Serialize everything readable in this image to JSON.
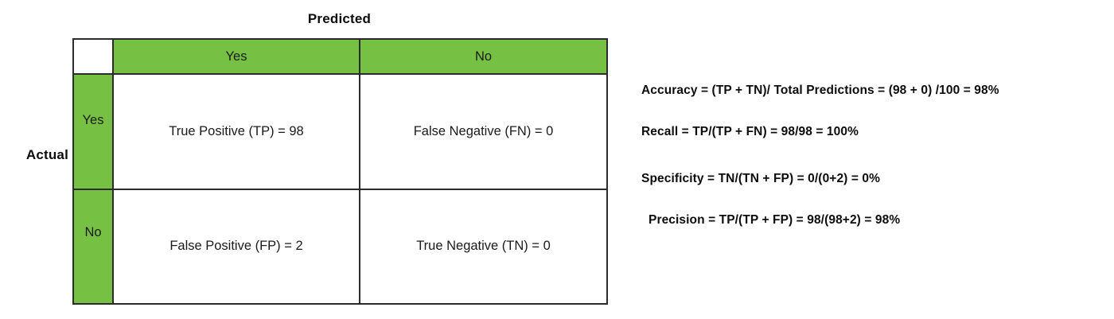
{
  "labels": {
    "predicted": "Predicted",
    "actual": "Actual"
  },
  "colors": {
    "header_green": "#76c043",
    "border": "#2b2b2b",
    "text": "#1a1a1a",
    "background": "#ffffff"
  },
  "matrix": {
    "corner": "",
    "column_headers": [
      "Yes",
      "No"
    ],
    "row_headers": [
      "Yes",
      "No"
    ],
    "cells": [
      [
        "True Positive (TP) = 98",
        "False Negative (FN) = 0"
      ],
      [
        "False Positive (FP) = 2",
        "True Negative (TN) = 0"
      ]
    ]
  },
  "values": {
    "TP": 98,
    "FN": 0,
    "FP": 2,
    "TN": 0,
    "total_predictions": 100
  },
  "metrics": [
    {
      "name": "Accuracy",
      "formula": "Accuracy = (TP + TN)/ Total Predictions = (98 + 0) /100 = 98%",
      "result": "98%"
    },
    {
      "name": "Recall",
      "formula": "Recall = TP/(TP + FN) = 98/98 = 100%",
      "result": "100%"
    },
    {
      "name": "Specificity",
      "formula": "Specificity = TN/(TN + FP) = 0/(0+2) = 0%",
      "result": "0%"
    },
    {
      "name": "Precision",
      "formula": "Precision = TP/(TP + FP) = 98/(98+2) = 98%",
      "result": "98%"
    }
  ]
}
